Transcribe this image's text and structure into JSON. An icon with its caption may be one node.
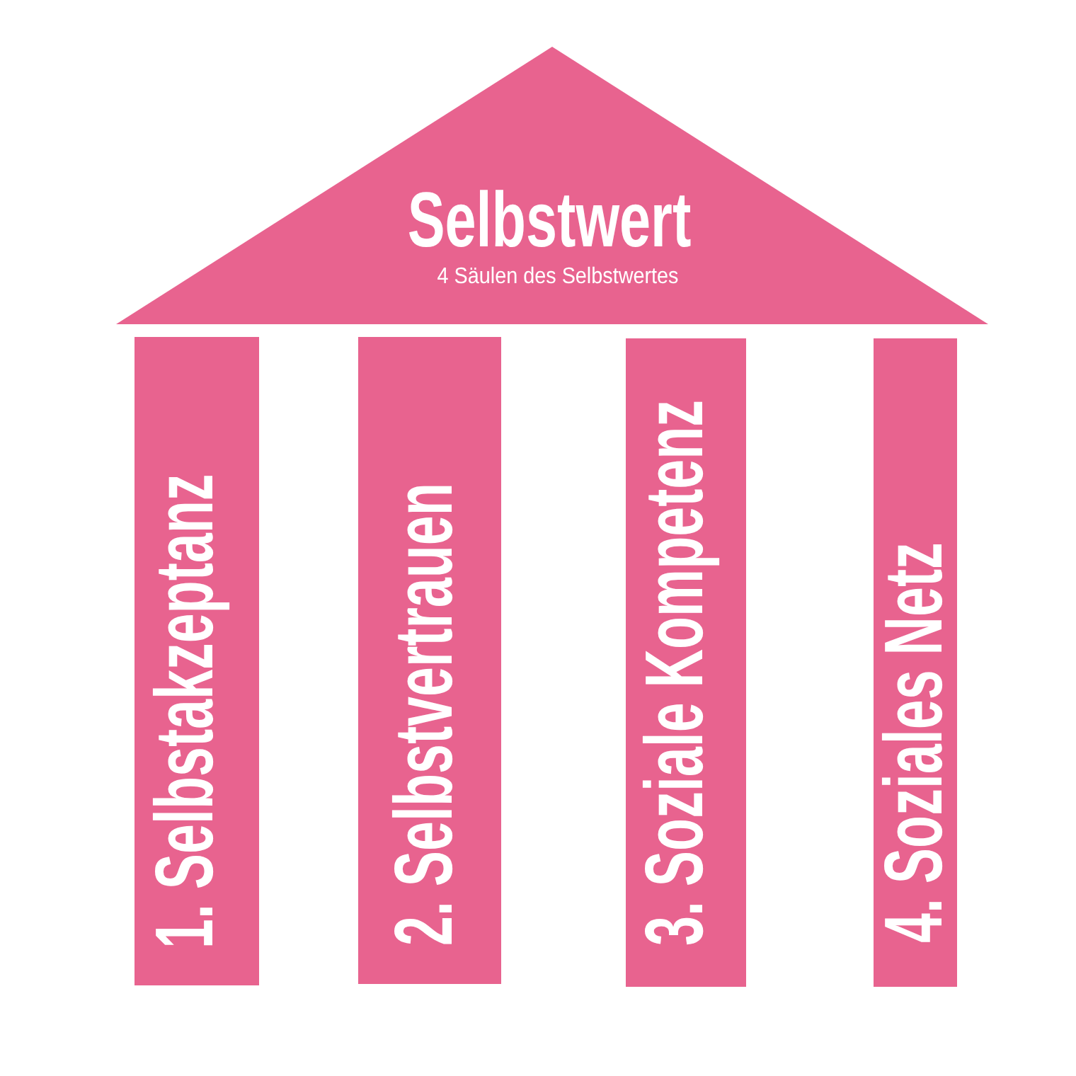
{
  "diagram": {
    "nodes": [
      {
        "text": [
          "Selbstwert",
          "4 Säulen des Selbstwertes"
        ]
      },
      {
        "text": [
          "1. Selbstakzeptanz"
        ]
      },
      {
        "text": [
          "2. Selbstvertrauen"
        ]
      },
      {
        "text": [
          "3. Soziale Kompetenz"
        ]
      },
      {
        "text": [
          "4. Soziales Netz"
        ]
      }
    ]
  }
}
